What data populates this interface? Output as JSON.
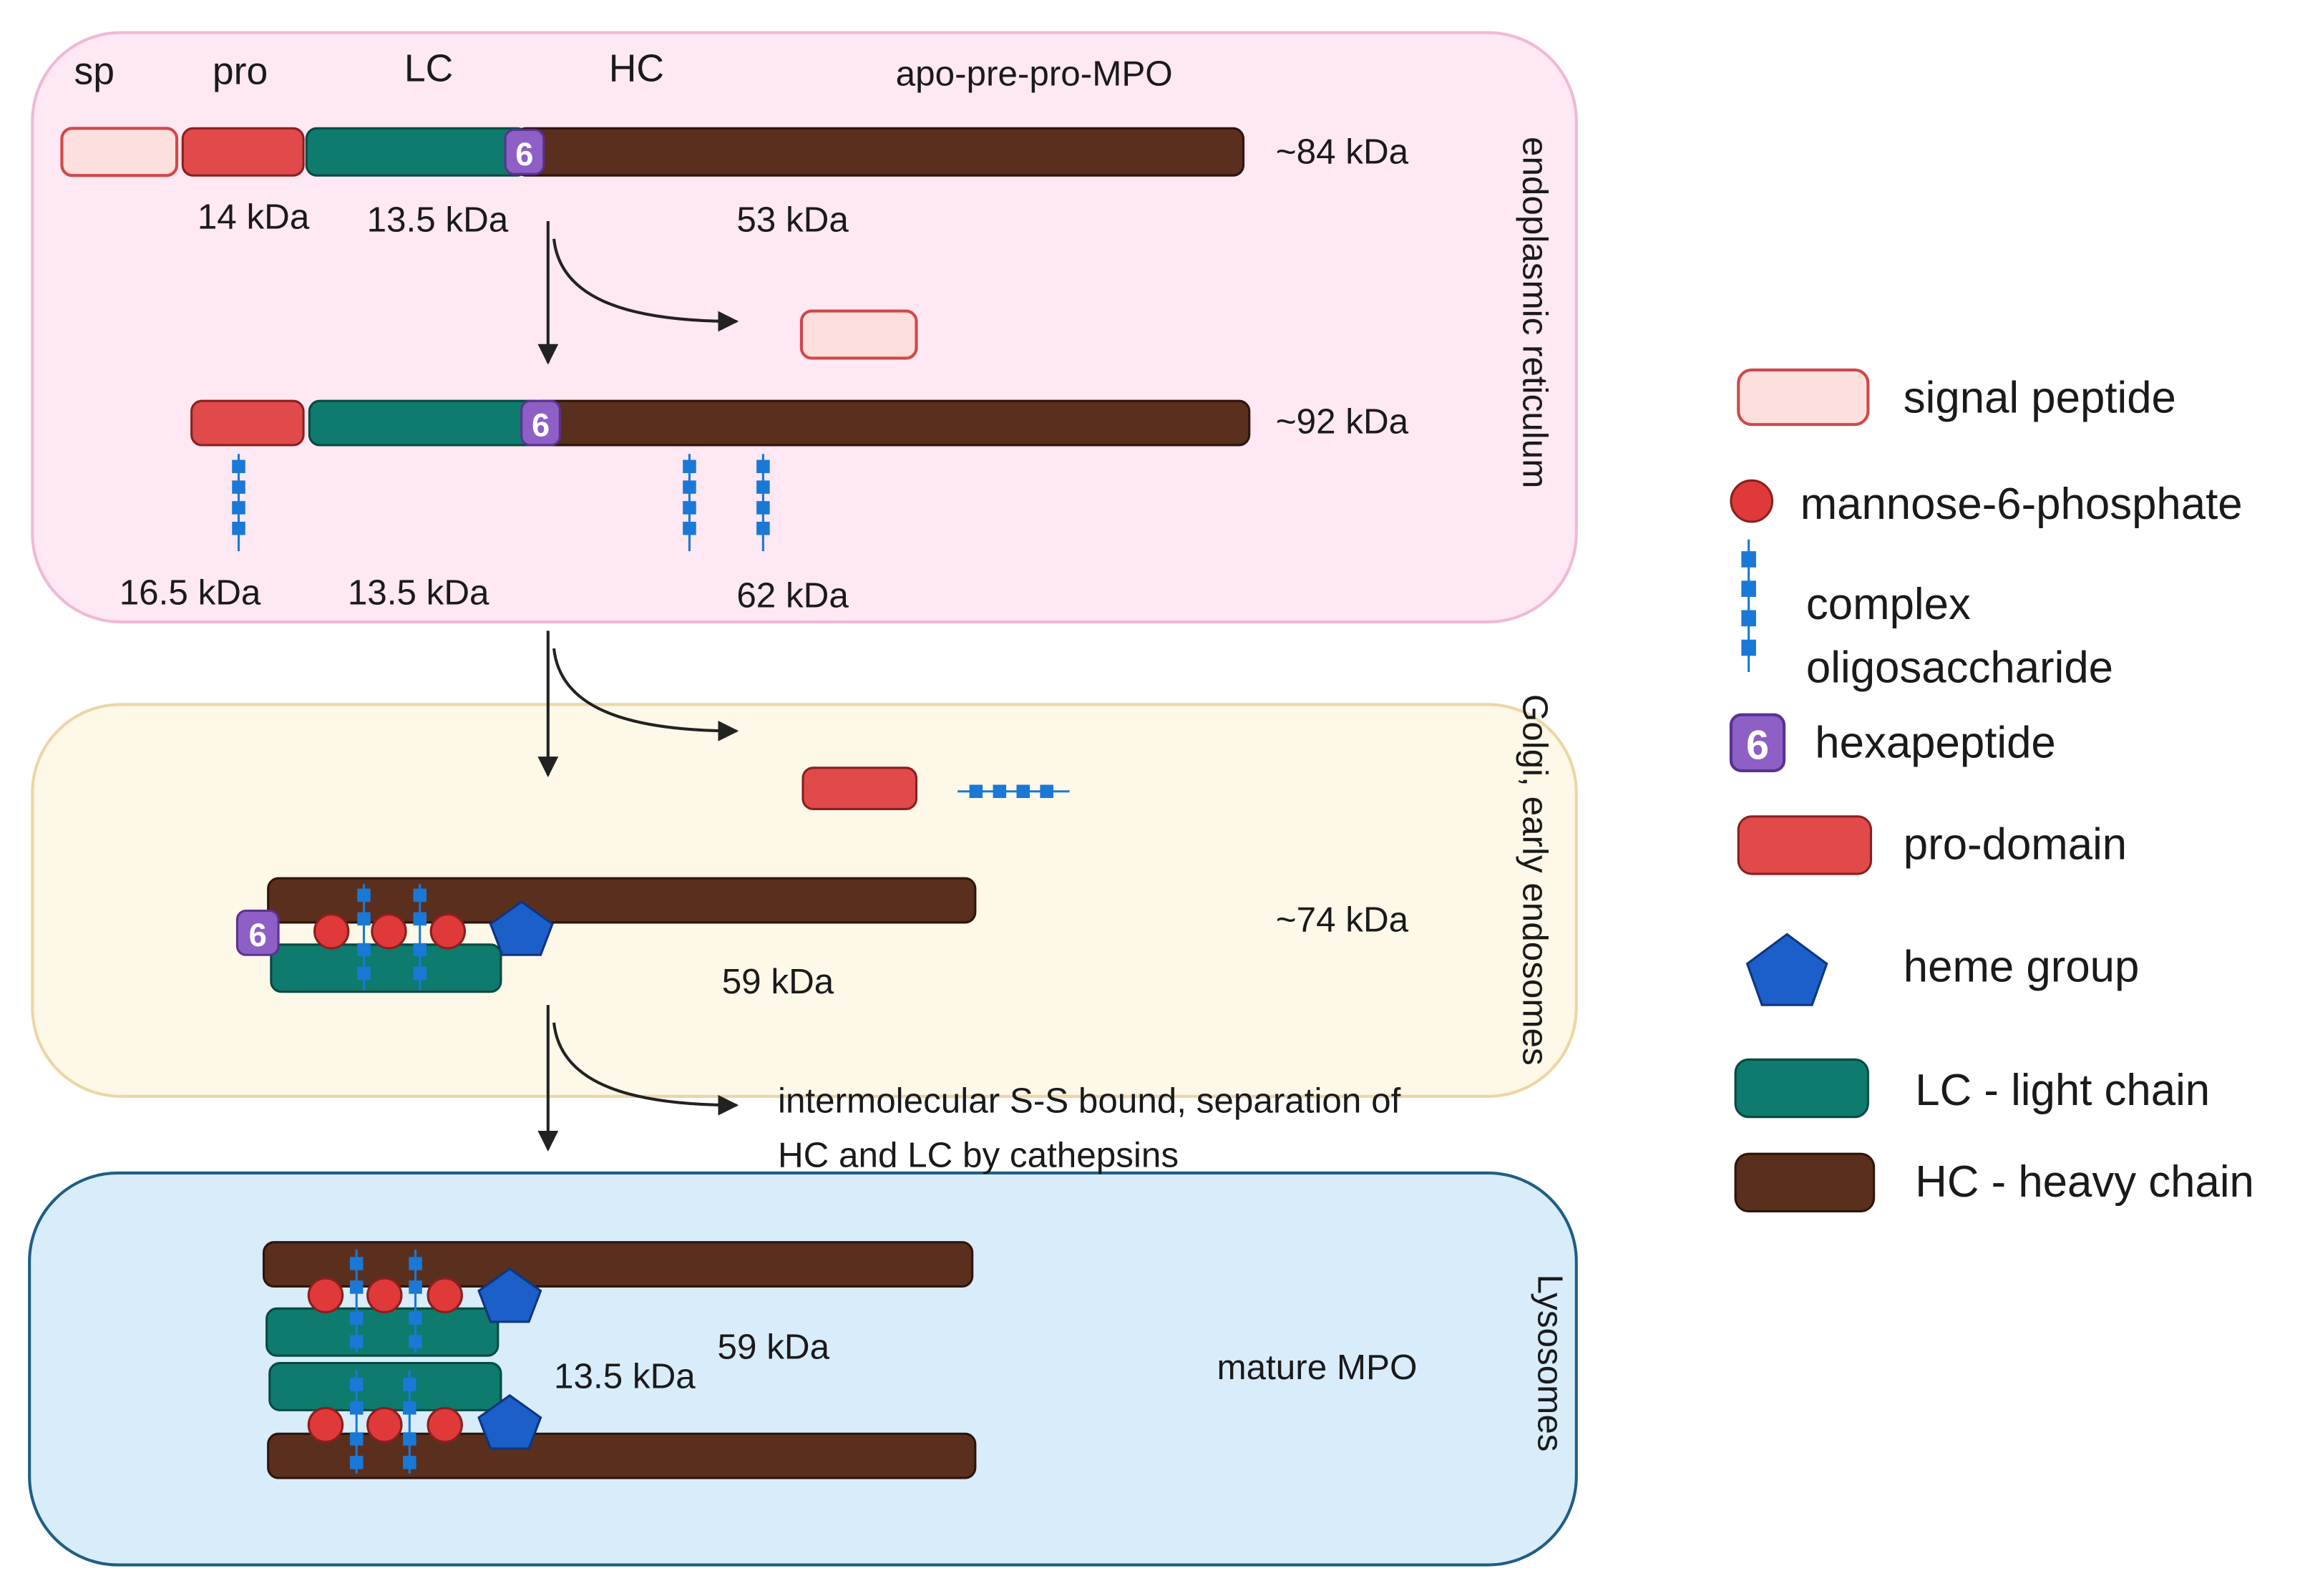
{
  "compartments": {
    "er": "endoplasmic reticulum",
    "golgi": "Golgi, early endosomes",
    "lysosomes": "Lysosomes"
  },
  "stage1": {
    "sp": "sp",
    "pro": "pro",
    "lc": "LC",
    "hc": "HC",
    "name": "apo-pre-pro-MPO",
    "total_mass": "~84 kDa",
    "pro_mass": "14 kDa",
    "lc_mass": "13.5 kDa",
    "hc_mass": "53 kDa"
  },
  "stage2": {
    "total_mass": "~92 kDa",
    "pro_mass": "16.5 kDa",
    "lc_mass": "13.5 kDa",
    "hc_mass": "62 kDa"
  },
  "stage3": {
    "total_mass": "~74 kDa",
    "hc_mass": "59 kDa"
  },
  "transition3": {
    "line1": "intermolecular S-S bound, separation of",
    "line2": "HC and LC by cathepsins"
  },
  "stage4": {
    "hc_mass": "59 kDa",
    "lc_mass": "13.5 kDa",
    "name": "mature MPO"
  },
  "hexapeptide_label": "6",
  "legend": {
    "signal_peptide": "signal peptide",
    "m6p": "mannose-6-phosphate",
    "oligo_line1": "complex",
    "oligo_line2": "oligosaccharide",
    "hexapeptide": "hexapeptide",
    "pro_domain": "pro-domain",
    "heme": "heme group",
    "lc": "LC - light chain",
    "hc": "HC - heavy chain"
  },
  "colors": {
    "signal_peptide": "#fde0dd",
    "pro_domain": "#e04a4a",
    "light_chain": "#0f7a6e",
    "heavy_chain": "#5a2f1e",
    "hexapeptide": "#8e5fc4",
    "oligosaccharide": "#1a78d6",
    "heme": "#1c5fc9",
    "m6p": "#e0393a",
    "er_bg": "#fde8f3",
    "golgi_bg": "#fdf8e8",
    "lysosome_bg": "#d9ecfa"
  }
}
